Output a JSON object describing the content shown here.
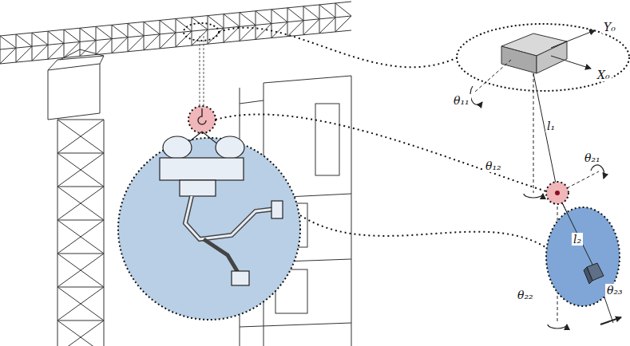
{
  "diagram": {
    "labels": [
      "Y₀",
      "X₀",
      "θ₁₁",
      "l₁",
      "θ₁₂",
      "θ₂₁",
      "l₂",
      "θ₂₂",
      "θ₂₃"
    ]
  }
}
